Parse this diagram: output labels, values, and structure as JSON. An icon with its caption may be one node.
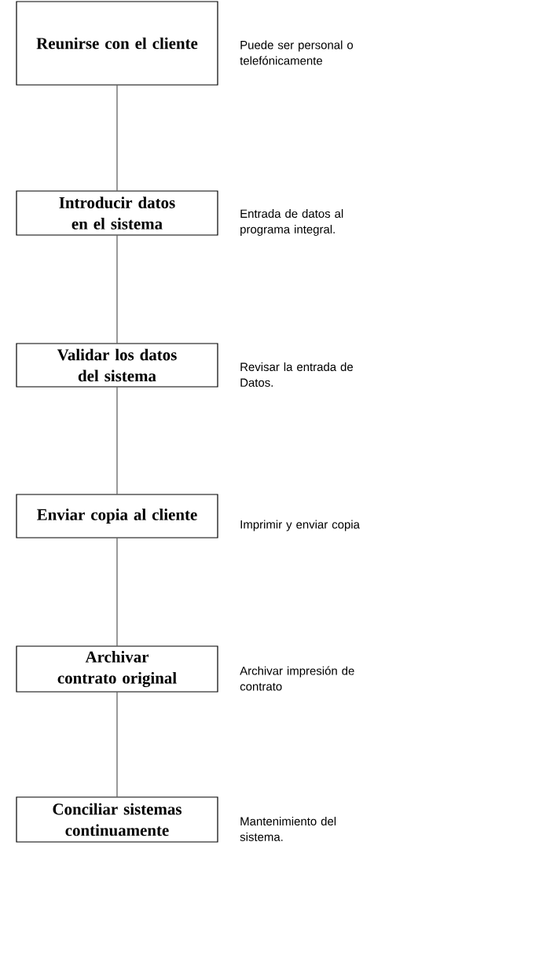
{
  "diagram": {
    "nodes": [
      {
        "text": [
          "Reunirse con el cliente"
        ],
        "beside": [
          "Puede ser personal o telefónicamente"
        ]
      },
      {
        "text": [
          "Introducir datos en el sistema"
        ],
        "beside": [
          "Entrada de datos al programa integral."
        ]
      },
      {
        "text": [
          "Validar los datos del sistema"
        ],
        "beside": [
          "Revisar la entrada de Datos."
        ]
      },
      {
        "text": [
          "Enviar copia al cliente"
        ],
        "beside": [
          "Imprimir y enviar copia"
        ]
      },
      {
        "text": [
          "Archivar contrato original"
        ],
        "beside": [
          "Archivar impresión de contrato"
        ]
      },
      {
        "text": [
          "Conciliar sistemas continuamente"
        ],
        "beside": [
          "Mantenimiento del sistema."
        ]
      }
    ],
    "edges": [
      {
        "from": 0,
        "to": 1,
        "arrow": "none"
      },
      {
        "from": 1,
        "to": 2,
        "arrow": "none"
      },
      {
        "from": 2,
        "to": 3,
        "arrow": "none"
      },
      {
        "from": 3,
        "to": 4,
        "arrow": "none"
      },
      {
        "from": 4,
        "to": 5,
        "arrow": "none"
      }
    ]
  }
}
